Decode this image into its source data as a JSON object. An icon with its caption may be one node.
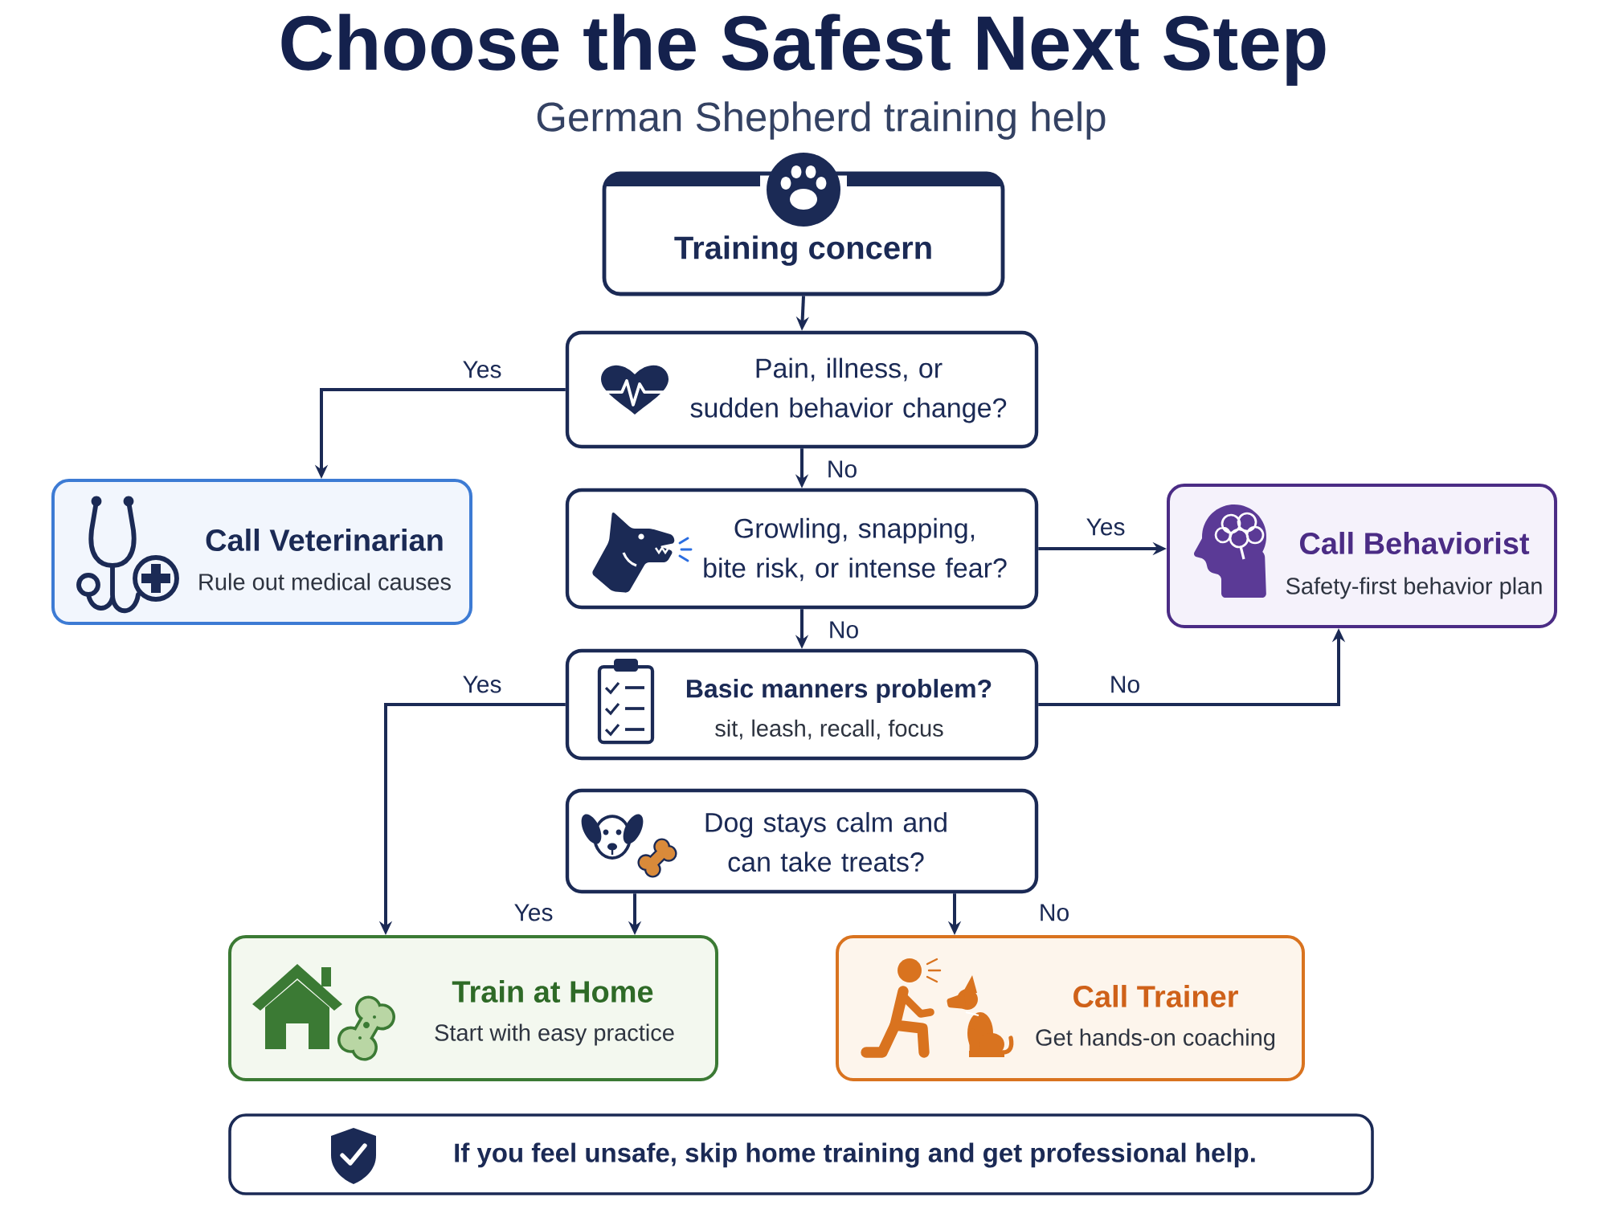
{
  "diagram": {
    "title": "Choose the Safest Next Step",
    "nodes": [
      {
        "text": [
          "Training concern"
        ]
      },
      {
        "text": [
          "Pain, illness, or sudden behavior change?"
        ]
      },
      {
        "text": [
          "Call Veterinarian",
          "Rule out medical causes"
        ]
      },
      {
        "text": [
          "Growling, snapping, bite risk, or intense fear?"
        ]
      },
      {
        "text": [
          "Call Behaviorist",
          "Safety-first behavior plan"
        ]
      },
      {
        "text": [
          "Basic manners problem?",
          "sit, leash, recall, focus"
        ]
      },
      {
        "text": [
          "Dog stays calm and can take treats?"
        ]
      },
      {
        "text": [
          "Train at Home",
          "Start with easy practice"
        ]
      },
      {
        "text": [
          "Call Trainer",
          "Get hands-on coaching"
        ]
      },
      {
        "text": [
          "If you feel unsafe, skip home training and get professional help."
        ]
      }
    ],
    "edges": [
      {
        "from": 0,
        "to": 1,
        "arrow": "to"
      },
      {
        "from": 1,
        "to": 2,
        "arrow": "to",
        "label": "Yes"
      },
      {
        "from": 1,
        "to": 3,
        "arrow": "to",
        "label": "No"
      },
      {
        "from": 3,
        "to": 4,
        "arrow": "to",
        "label": "Yes"
      },
      {
        "from": 3,
        "to": 5,
        "arrow": "to",
        "label": "No"
      },
      {
        "from": 5,
        "to": 7,
        "arrow": "to",
        "label": "Yes"
      },
      {
        "from": 5,
        "to": 4,
        "arrow": "to",
        "label": "No"
      },
      {
        "from": 6,
        "to": 7,
        "arrow": "to",
        "label": "Yes"
      },
      {
        "from": 6,
        "to": 8,
        "arrow": "to",
        "label": "No"
      }
    ],
    "labels": [
      "German Shepherd training help"
    ]
  }
}
